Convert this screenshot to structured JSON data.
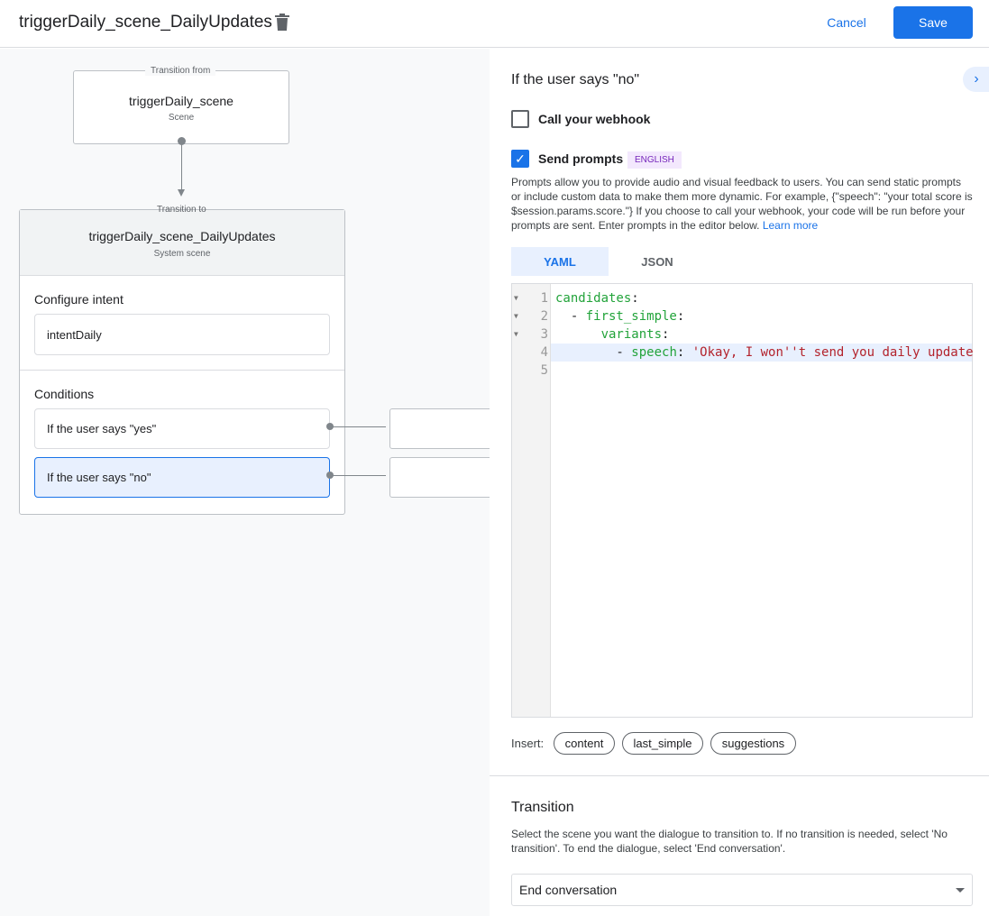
{
  "header": {
    "title": "triggerDaily_scene_DailyUpdates",
    "cancel": "Cancel",
    "save": "Save"
  },
  "canvas": {
    "from_label": "Transition from",
    "from_name": "triggerDaily_scene",
    "from_type": "Scene",
    "to_label": "Transition to",
    "to_name": "triggerDaily_scene_DailyUpdates",
    "to_type": "System scene",
    "intent_heading": "Configure intent",
    "intent": "intentDaily",
    "conditions_heading": "Conditions",
    "conditions": [
      "If the user says \"yes\"",
      "If the user says \"no\""
    ]
  },
  "panel": {
    "title": "If the user says \"no\"",
    "webhook_label": "Call your webhook",
    "webhook_checked": false,
    "prompts_label": "Send prompts",
    "prompts_checked": true,
    "language_badge": "ENGLISH",
    "description": "Prompts allow you to provide audio and visual feedback to users. You can send static prompts or include custom data to make them more dynamic. For example, {\"speech\": \"your total score is $session.params.score.\"} If you choose to call your webhook, your code will be run before your prompts are sent. Enter prompts in the editor below.",
    "learn_more": "Learn more",
    "tabs": [
      "YAML",
      "JSON"
    ],
    "active_tab": "YAML",
    "code_lines": [
      {
        "n": "1",
        "key": "candidates",
        "pre": "",
        "val": ""
      },
      {
        "n": "2",
        "key": "first_simple",
        "pre": "  - ",
        "val": ""
      },
      {
        "n": "3",
        "key": "variants",
        "pre": "      ",
        "val": ""
      },
      {
        "n": "4",
        "key": "speech",
        "pre": "        - ",
        "val": "'Okay, I won''t send you daily update"
      },
      {
        "n": "5",
        "key": "",
        "pre": "",
        "val": ""
      }
    ],
    "insert_label": "Insert:",
    "insert_chips": [
      "content",
      "last_simple",
      "suggestions"
    ],
    "transition_heading": "Transition",
    "transition_desc": "Select the scene you want the dialogue to transition to. If no transition is needed, select 'No transition'. To end the dialogue, select 'End conversation'.",
    "transition_value": "End conversation"
  },
  "colors": {
    "primary": "#1a73e8",
    "selected": "#e8f0fe",
    "yaml_key": "#22a33a",
    "yaml_string": "#b3232c"
  }
}
